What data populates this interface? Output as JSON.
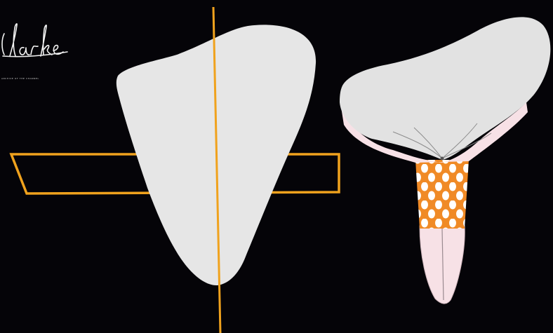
{
  "logo": {
    "name": "Clarke",
    "visible_text": "larke",
    "caption": "ARCHIVE OF THE CHANNEL"
  },
  "colors": {
    "background": "#050408",
    "tooth_enamel": "#e6e6e6",
    "guide_line": "#f0a21d",
    "root_pink": "#f7e1e6",
    "polka_orange": "#f08a26",
    "polka_dot": "#ffffff"
  },
  "figures": [
    {
      "kind": "tooth-outline-with-guides",
      "icon": "tooth-crown-icon"
    },
    {
      "kind": "tooth-with-root",
      "icon": "tooth-root-icon",
      "pattern": "polka-dot"
    }
  ]
}
